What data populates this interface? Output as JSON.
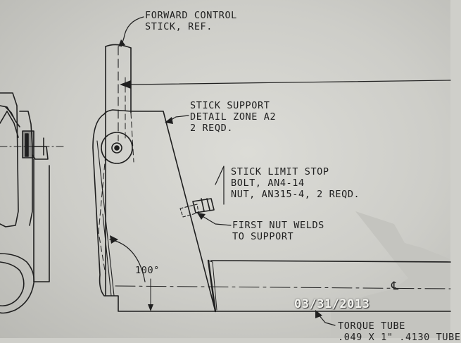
{
  "labels": {
    "forward_control_stick": [
      "FORWARD CONTROL",
      "STICK, REF."
    ],
    "stick_support": [
      "STICK SUPPORT",
      "DETAIL ZONE A2",
      "2 REQD."
    ],
    "stick_limit_stop": [
      "STICK LIMIT STOP",
      "BOLT, AN4-14",
      "NUT, AN315-4, 2 REQD."
    ],
    "first_nut_welds": [
      "FIRST NUT WELDS",
      "TO SUPPORT"
    ],
    "angle": "100°",
    "centerline": "℄",
    "torque_tube": [
      "TORQUE TUBE",
      ".049 X 1\" .4130 TUBE"
    ]
  },
  "date_stamp": "03/31/2013",
  "colors": {
    "ink": "#1f1f1f",
    "paper": "#d6d6d1",
    "stamp": "#f4f4ef"
  }
}
